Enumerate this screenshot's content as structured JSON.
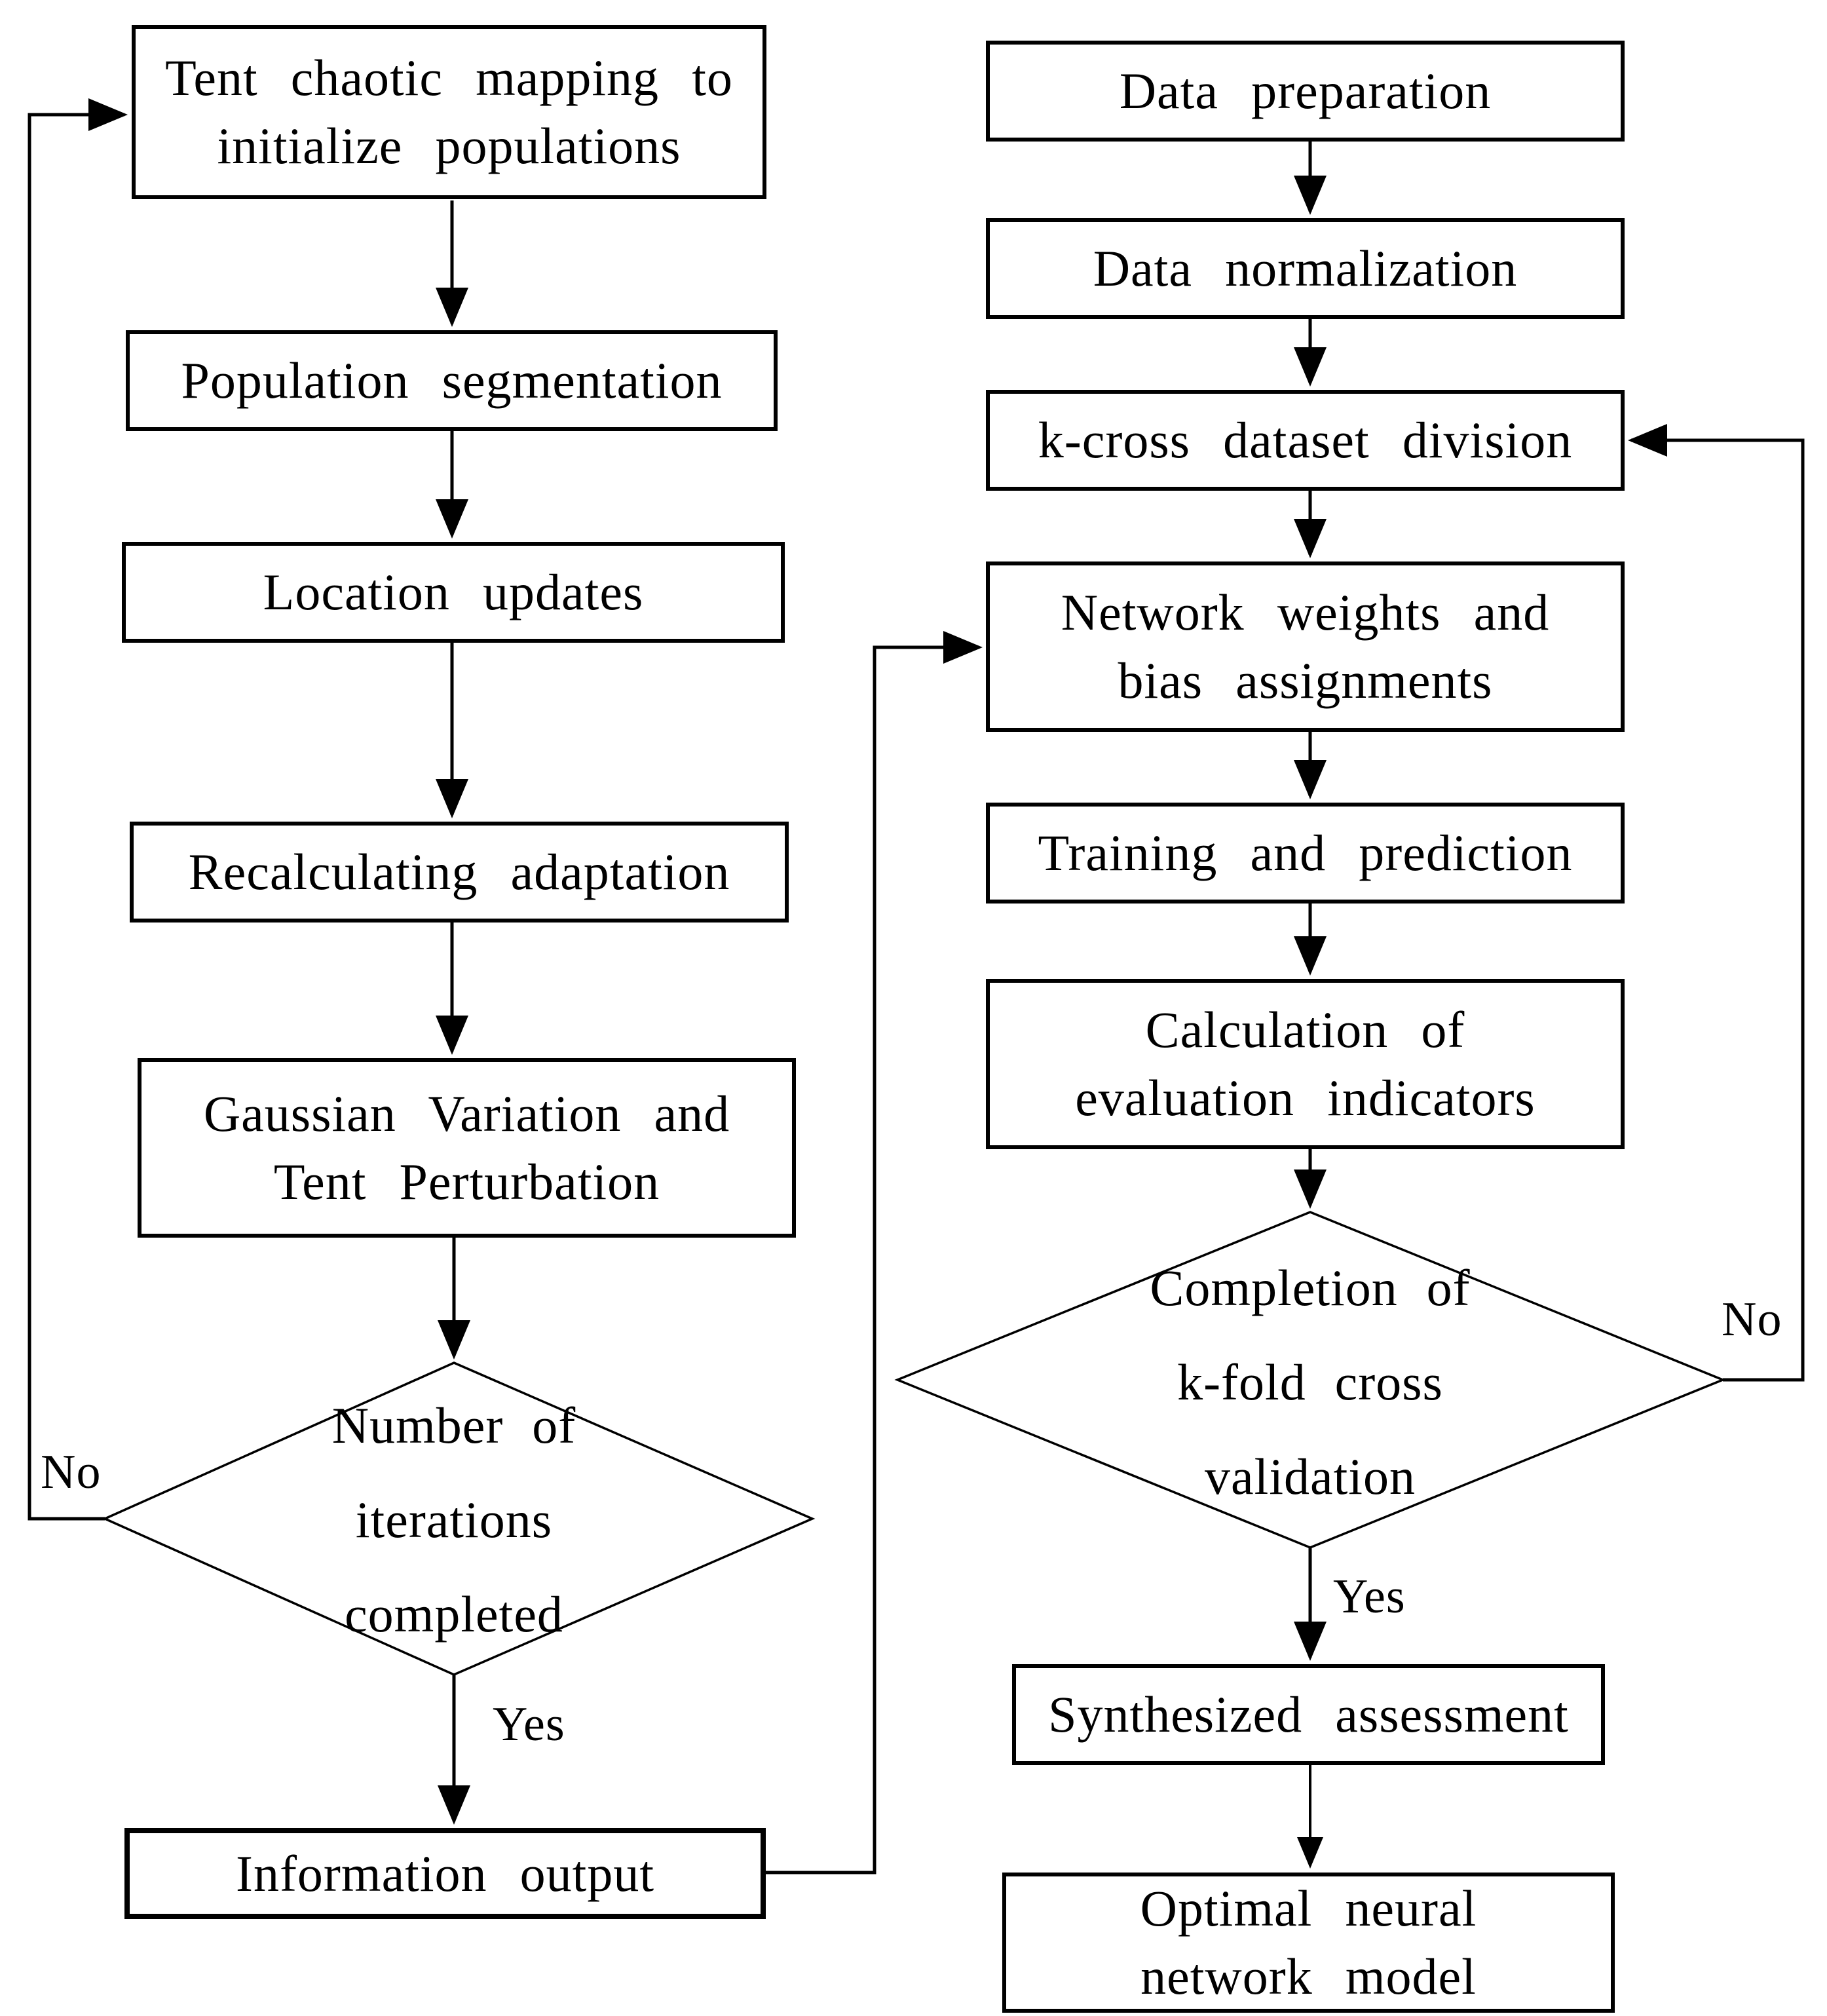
{
  "title": "Flowchart: chaotic-mapping optimization algorithm and k-fold neural network training",
  "colors": {
    "line": "#000000",
    "background": "#ffffff",
    "text": "#000000"
  },
  "nodes": {
    "tent": {
      "line1": "Tent chaotic mapping to",
      "line2": "initialize populations"
    },
    "population": {
      "label": "Population segmentation"
    },
    "location": {
      "label": "Location updates"
    },
    "recalc": {
      "label": "Recalculating adaptation"
    },
    "gaussian": {
      "line1": "Gaussian Variation and",
      "line2": "Tent Perturbation"
    },
    "decision_left": {
      "line1": "Number of",
      "line2": "iterations",
      "line3": "completed"
    },
    "info": {
      "label": "Information output"
    },
    "dataprep": {
      "label": "Data preparation"
    },
    "datanorm": {
      "label": "Data normalization"
    },
    "kcross": {
      "label": "k-cross dataset division"
    },
    "weights": {
      "line1": "Network weights and",
      "line2": "bias assignments"
    },
    "training": {
      "label": "Training and prediction"
    },
    "calc": {
      "line1": "Calculation of",
      "line2": "evaluation indicators"
    },
    "decision_right": {
      "line1": "Completion of",
      "line2": "k-fold cross",
      "line3": "validation"
    },
    "synth": {
      "label": "Synthesized assessment"
    },
    "optimal": {
      "line1": "Optimal neural",
      "line2": "network model"
    }
  },
  "labels": {
    "left_no": "No",
    "left_yes": "Yes",
    "right_no": "No",
    "right_yes": "Yes"
  }
}
